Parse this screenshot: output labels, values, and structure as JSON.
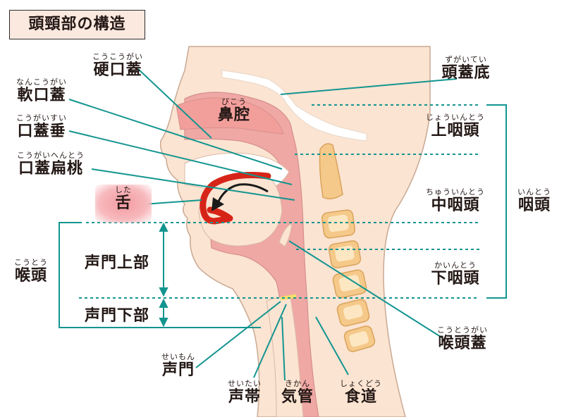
{
  "title": "頭頸部の構造",
  "labels": {
    "hard_palate": {
      "ruby": "こうこうがい",
      "text": "硬口蓋"
    },
    "soft_palate": {
      "ruby": "なんこうがい",
      "text": "軟口蓋"
    },
    "uvula": {
      "ruby": "こうがいすい",
      "text": "口蓋垂"
    },
    "tonsil": {
      "ruby": "こうがいへんとう",
      "text": "口蓋扁桃"
    },
    "tongue": {
      "ruby": "した",
      "text": "舌"
    },
    "larynx": {
      "ruby": "こうとう",
      "text": "喉頭"
    },
    "supraglottis": {
      "text": "声門上部"
    },
    "subglottis": {
      "text": "声門下部"
    },
    "glottis": {
      "ruby": "せいもん",
      "text": "声門"
    },
    "vocal_cords": {
      "ruby": "せいたい",
      "text": "声帯"
    },
    "trachea": {
      "ruby": "きかん",
      "text": "気管"
    },
    "esophagus": {
      "ruby": "しょくどう",
      "text": "食道"
    },
    "nasal_cavity": {
      "ruby": "びこう",
      "text": "鼻腔"
    },
    "skull_base": {
      "ruby": "ずがいてい",
      "text": "頭蓋底"
    },
    "epipharynx": {
      "ruby": "じょういんとう",
      "text": "上咽頭"
    },
    "mesopharynx": {
      "ruby": "ちゅういんとう",
      "text": "中咽頭"
    },
    "hypopharynx": {
      "ruby": "かいんとう",
      "text": "下咽頭"
    },
    "pharynx": {
      "ruby": "いんとう",
      "text": "咽頭"
    },
    "epiglottis": {
      "ruby": "こうとうがい",
      "text": "喉頭蓋"
    }
  },
  "colors": {
    "skin": "#fbe4d2",
    "tissue": "#f0a8a4",
    "tissue_dark": "#e48b8a",
    "bone": "#f5c98a",
    "bone_light": "#fde7c2",
    "leader": "#13958f",
    "tongue_outline": "#d72418",
    "arrow": "#1a1a1a",
    "outline": "#c9a993"
  }
}
